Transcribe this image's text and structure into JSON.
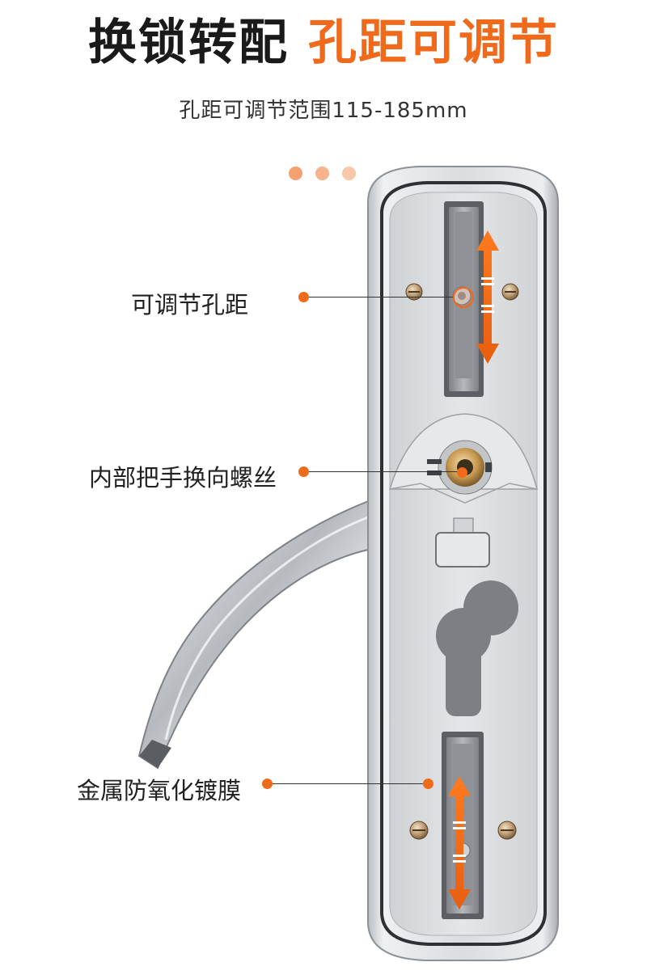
{
  "header": {
    "title_dark": "换锁转配",
    "title_accent": "孔距可调节",
    "subtitle": "孔距可调节范围115-185mm"
  },
  "callouts": [
    {
      "label": "可调节孔距"
    },
    {
      "label": "内部把手换向螺丝"
    },
    {
      "label": "金属防氧化镀膜"
    }
  ],
  "colors": {
    "accent": "#f06a1c",
    "text_dark": "#1a1a1a",
    "plate": "#d9dcdf"
  }
}
